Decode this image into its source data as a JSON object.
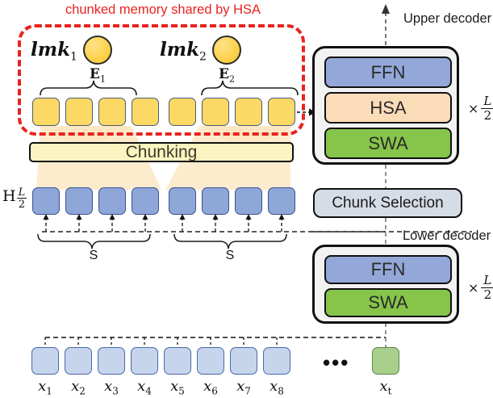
{
  "diagram": {
    "title_note": "chunked memory shared by HSA",
    "landmarks": [
      {
        "name": "lmk",
        "index": "1",
        "emb_label": "E",
        "emb_index": "1"
      },
      {
        "name": "lmk",
        "index": "2",
        "emb_label": "E",
        "emb_index": "2"
      }
    ],
    "memory_cells": [
      {
        "id": "m1"
      },
      {
        "id": "m2"
      },
      {
        "id": "m3"
      },
      {
        "id": "m4"
      },
      {
        "id": "m5"
      },
      {
        "id": "m6"
      },
      {
        "id": "m7"
      },
      {
        "id": "m8"
      }
    ],
    "chunking": {
      "label": "Chunking"
    },
    "hidden_states": {
      "label_base": "H",
      "label_num": "L",
      "label_den": "2",
      "cells": [
        {
          "id": "h1"
        },
        {
          "id": "h2"
        },
        {
          "id": "h3"
        },
        {
          "id": "h4"
        },
        {
          "id": "h5"
        },
        {
          "id": "h6"
        },
        {
          "id": "h7"
        },
        {
          "id": "h8"
        }
      ]
    },
    "chunk_spans": [
      {
        "label": "S"
      },
      {
        "label": "S"
      }
    ],
    "upper_decoder": {
      "caption": "Upper decoder",
      "layers": [
        {
          "name": "FFN"
        },
        {
          "name": "HSA"
        },
        {
          "name": "SWA"
        }
      ],
      "repeat_times": "×",
      "repeat_num": "L",
      "repeat_den": "2"
    },
    "chunk_selection": {
      "label": "Chunk Selection"
    },
    "lower_decoder": {
      "caption": "Lower decoder",
      "layers": [
        {
          "name": "FFN"
        },
        {
          "name": "SWA"
        }
      ],
      "repeat_times": "×",
      "repeat_num": "L",
      "repeat_den": "2"
    },
    "input_tokens": {
      "items": [
        {
          "base": "x",
          "index": "1",
          "kind": "context"
        },
        {
          "base": "x",
          "index": "2",
          "kind": "context"
        },
        {
          "base": "x",
          "index": "3",
          "kind": "context"
        },
        {
          "base": "x",
          "index": "4",
          "kind": "context"
        },
        {
          "base": "x",
          "index": "5",
          "kind": "context"
        },
        {
          "base": "x",
          "index": "6",
          "kind": "context"
        },
        {
          "base": "x",
          "index": "7",
          "kind": "context"
        },
        {
          "base": "x",
          "index": "8",
          "kind": "context"
        }
      ],
      "ellipsis": "•••",
      "current": {
        "base": "x",
        "index": "t",
        "kind": "current"
      }
    },
    "colors": {
      "accent_red": "#e8231f",
      "memory_yellow": "#fcd964",
      "hidden_blue": "#8fa6d8",
      "token_blue": "#c6d4ec",
      "current_green": "#a8cf8c",
      "ffn_blue": "#93a8d9",
      "hsa_peach": "#fbdcb9",
      "swa_green": "#86c54a",
      "selection_gray": "#d6dce6",
      "chunking_yellow": "#fbf4c0"
    }
  }
}
